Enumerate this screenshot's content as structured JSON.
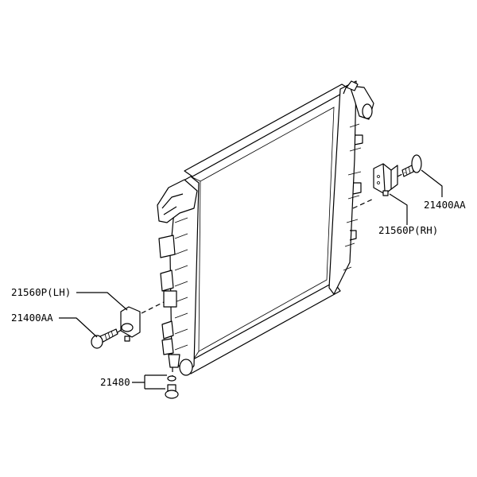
{
  "diagram": {
    "labels": {
      "bolt_rh": "21400AA",
      "bracket_rh": "21560P(RH)",
      "bracket_lh": "21560P(LH)",
      "bolt_lh": "21400AA",
      "drain_plug": "21480"
    }
  }
}
